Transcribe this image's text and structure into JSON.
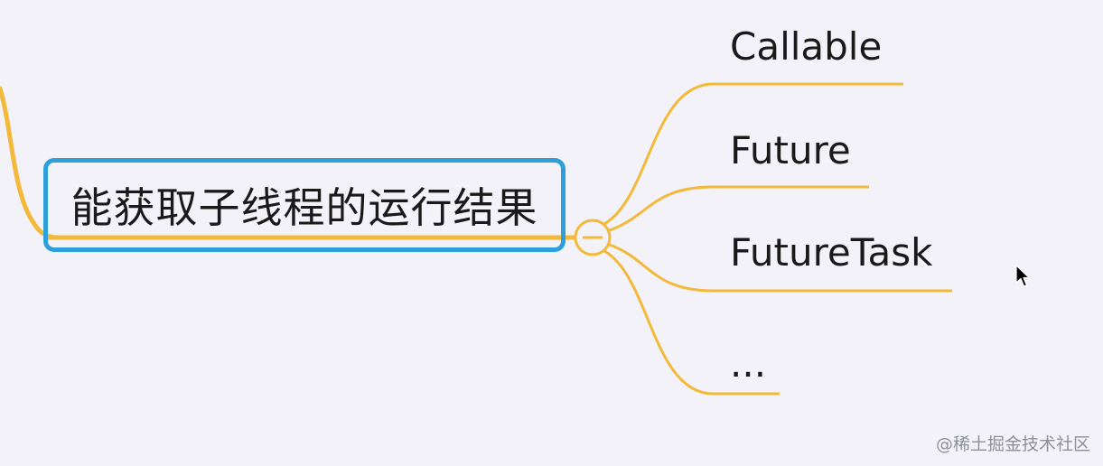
{
  "mindmap": {
    "main_topic": "能获取子线程的运行结果",
    "branches": [
      {
        "label": "Callable"
      },
      {
        "label": "Future"
      },
      {
        "label": "FutureTask"
      },
      {
        "label": "..."
      }
    ],
    "collapse_symbol": "—"
  },
  "watermark": "@稀土掘金技术社区",
  "colors": {
    "connector": "#f2b93b",
    "node_border": "#2d9fd9",
    "background": "#f2f2f8",
    "text": "#1a1a1a"
  }
}
